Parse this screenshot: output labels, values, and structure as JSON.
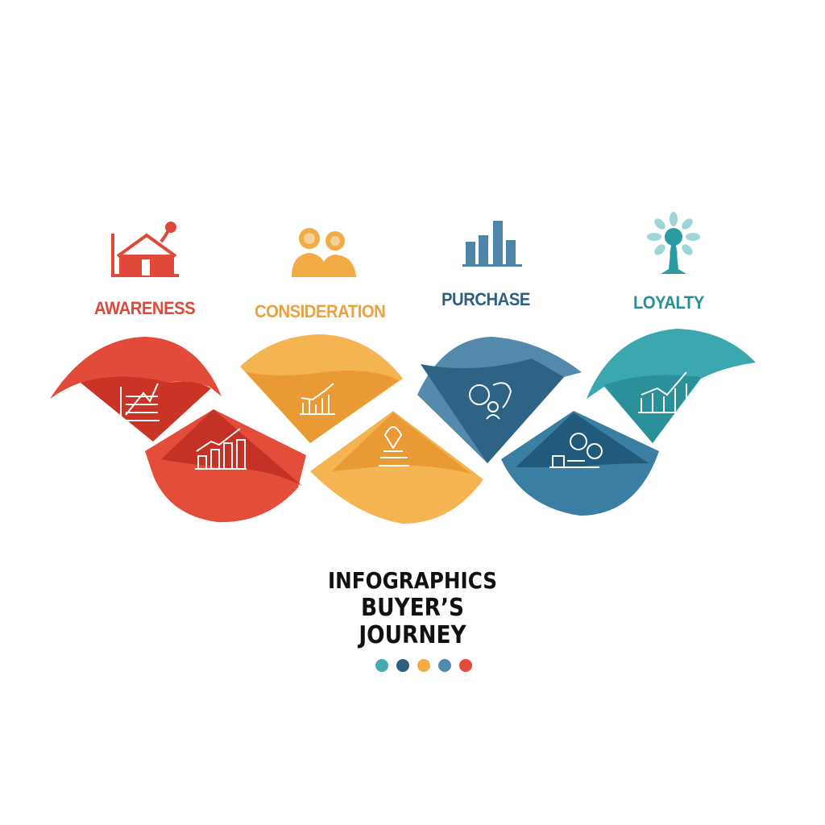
{
  "stages": [
    {
      "label": "AWARENESS",
      "color": "#e0483a",
      "dark": "#c53328",
      "icon": "house-chart-icon"
    },
    {
      "label": "CONSIDERATION",
      "color": "#f2ab45",
      "dark": "#e49630",
      "icon": "two-people-icon"
    },
    {
      "label": "PURCHASE",
      "color": "#4f86a8",
      "dark": "#2d5f80",
      "icon": "bar-chart-icon"
    },
    {
      "label": "LOYALTY",
      "color": "#3aa5ac",
      "dark": "#2a8c94",
      "icon": "flower-tree-icon"
    }
  ],
  "title": {
    "line1": "INFOGRAPHICS",
    "line2": "BUYER’S",
    "line3": "JOURNEY"
  },
  "dots": [
    "#46aab3",
    "#2e5f80",
    "#f2ab45",
    "#4f8bb0",
    "#e24a3a"
  ]
}
